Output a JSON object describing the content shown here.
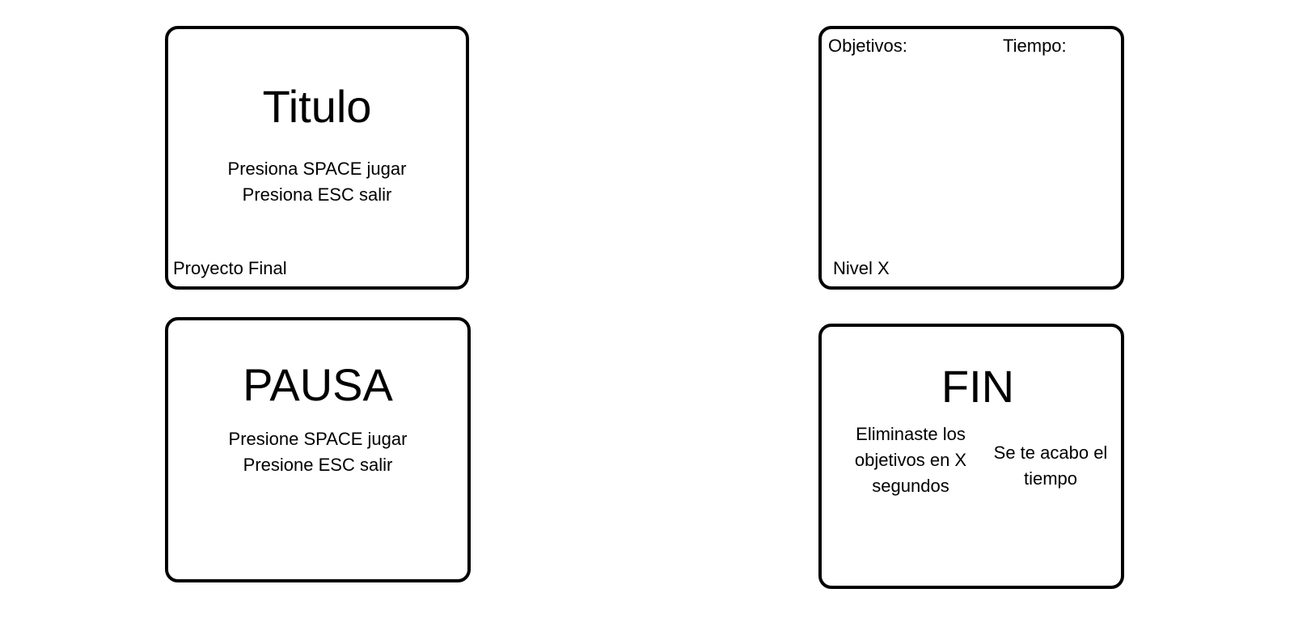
{
  "screens": {
    "title_screen": {
      "title": "Titulo",
      "line1": "Presiona SPACE jugar",
      "line2": "Presiona ESC salir",
      "footer": "Proyecto Final"
    },
    "level_screen": {
      "objectives_label": "Objetivos:",
      "time_label": "Tiempo:",
      "level_label": "Nivel X"
    },
    "pause_screen": {
      "title": "PAUSA",
      "line1": "Presione SPACE jugar",
      "line2": "Presione ESC salir"
    },
    "end_screen": {
      "title": "FIN",
      "win_message": "Eliminaste los objetivos en X segundos",
      "lose_message": "Se te acabo el tiempo"
    }
  }
}
